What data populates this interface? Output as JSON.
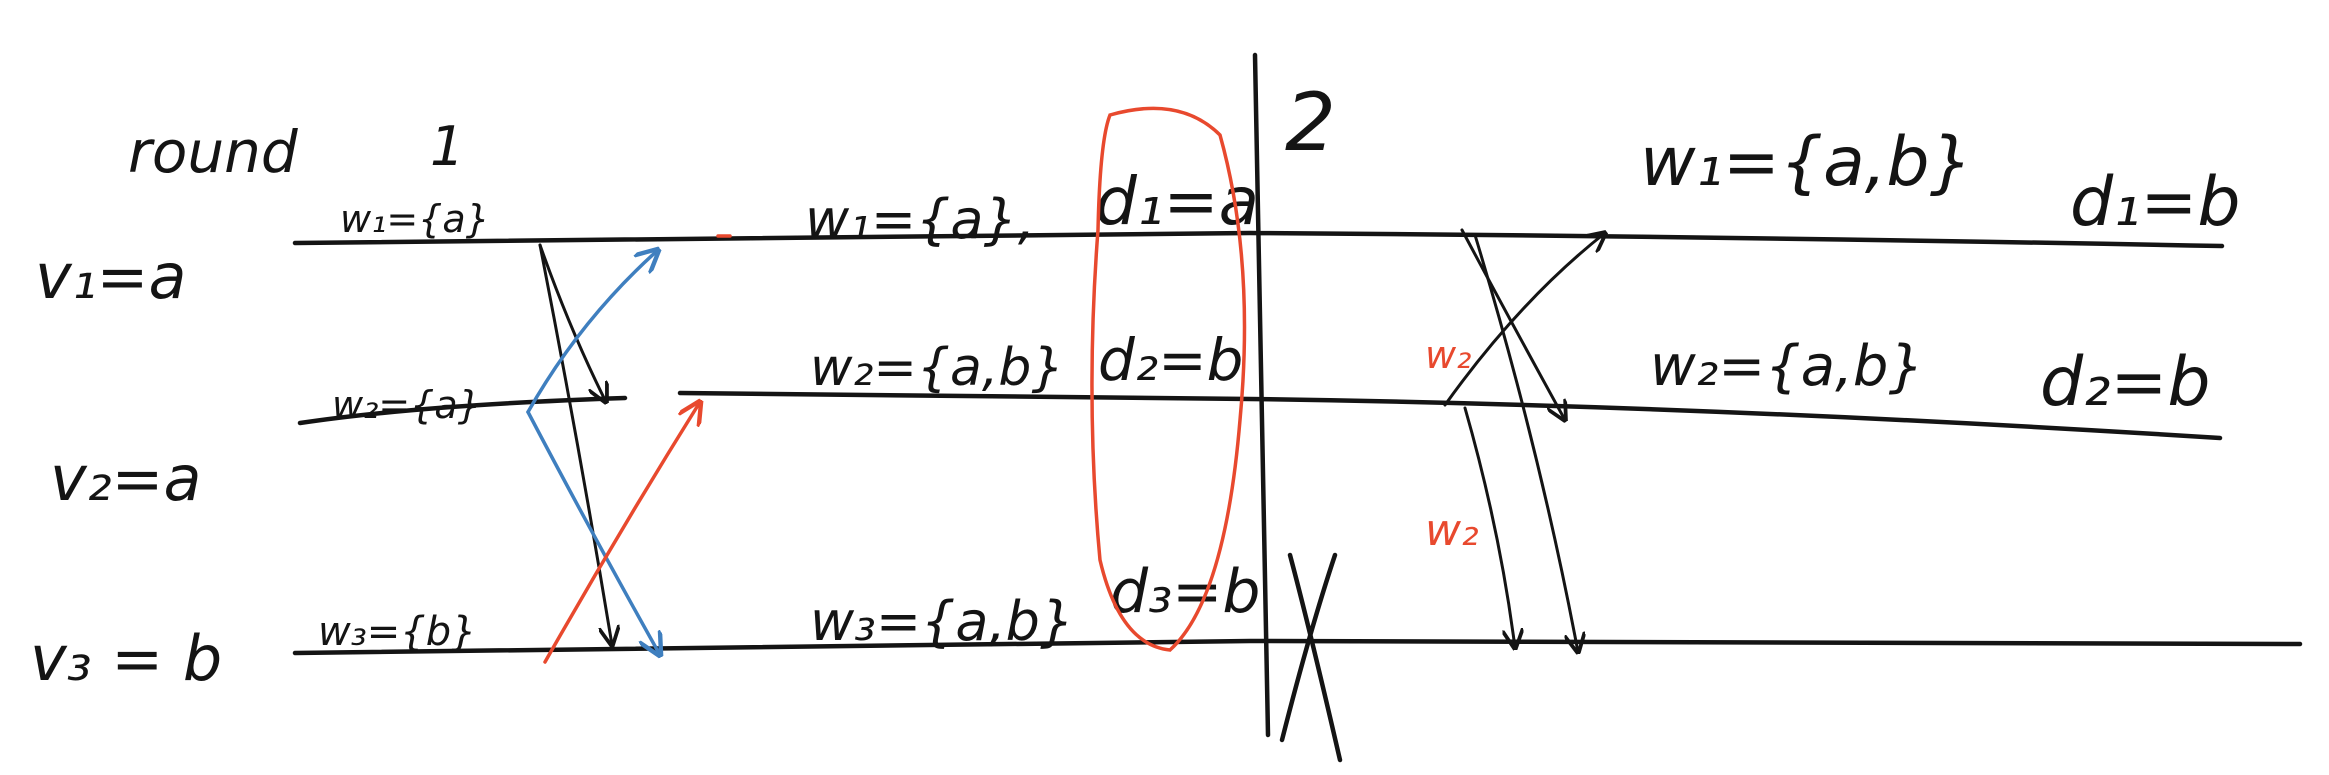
{
  "header": {
    "round_label": "round",
    "round_1": "1",
    "round_2": "2"
  },
  "processes": [
    {
      "label": "v₁=a"
    },
    {
      "label": "v₂=a"
    },
    {
      "label": "v₃ = b"
    }
  ],
  "round1_initial": [
    {
      "w": "w₁={a}"
    },
    {
      "w": "w₂={a}"
    },
    {
      "w": "w₃={b}"
    }
  ],
  "round1_state": [
    {
      "w": "w₁={a},",
      "d": "d₁=a"
    },
    {
      "w": "w₂={a,b}",
      "d": "d₂=b"
    },
    {
      "w": "w₃={a,b}",
      "d": "d₃=b"
    }
  ],
  "round2_state": [
    {
      "w": "w₁={a,b}",
      "d": "d₁=b"
    },
    {
      "w": "w₂={a,b}",
      "d": "d₂=b"
    }
  ],
  "round2_messages": [
    "w₂",
    "w₂"
  ],
  "colors": {
    "ink": "#141414",
    "blue": "#3f7fbf",
    "red": "#e8492e"
  }
}
